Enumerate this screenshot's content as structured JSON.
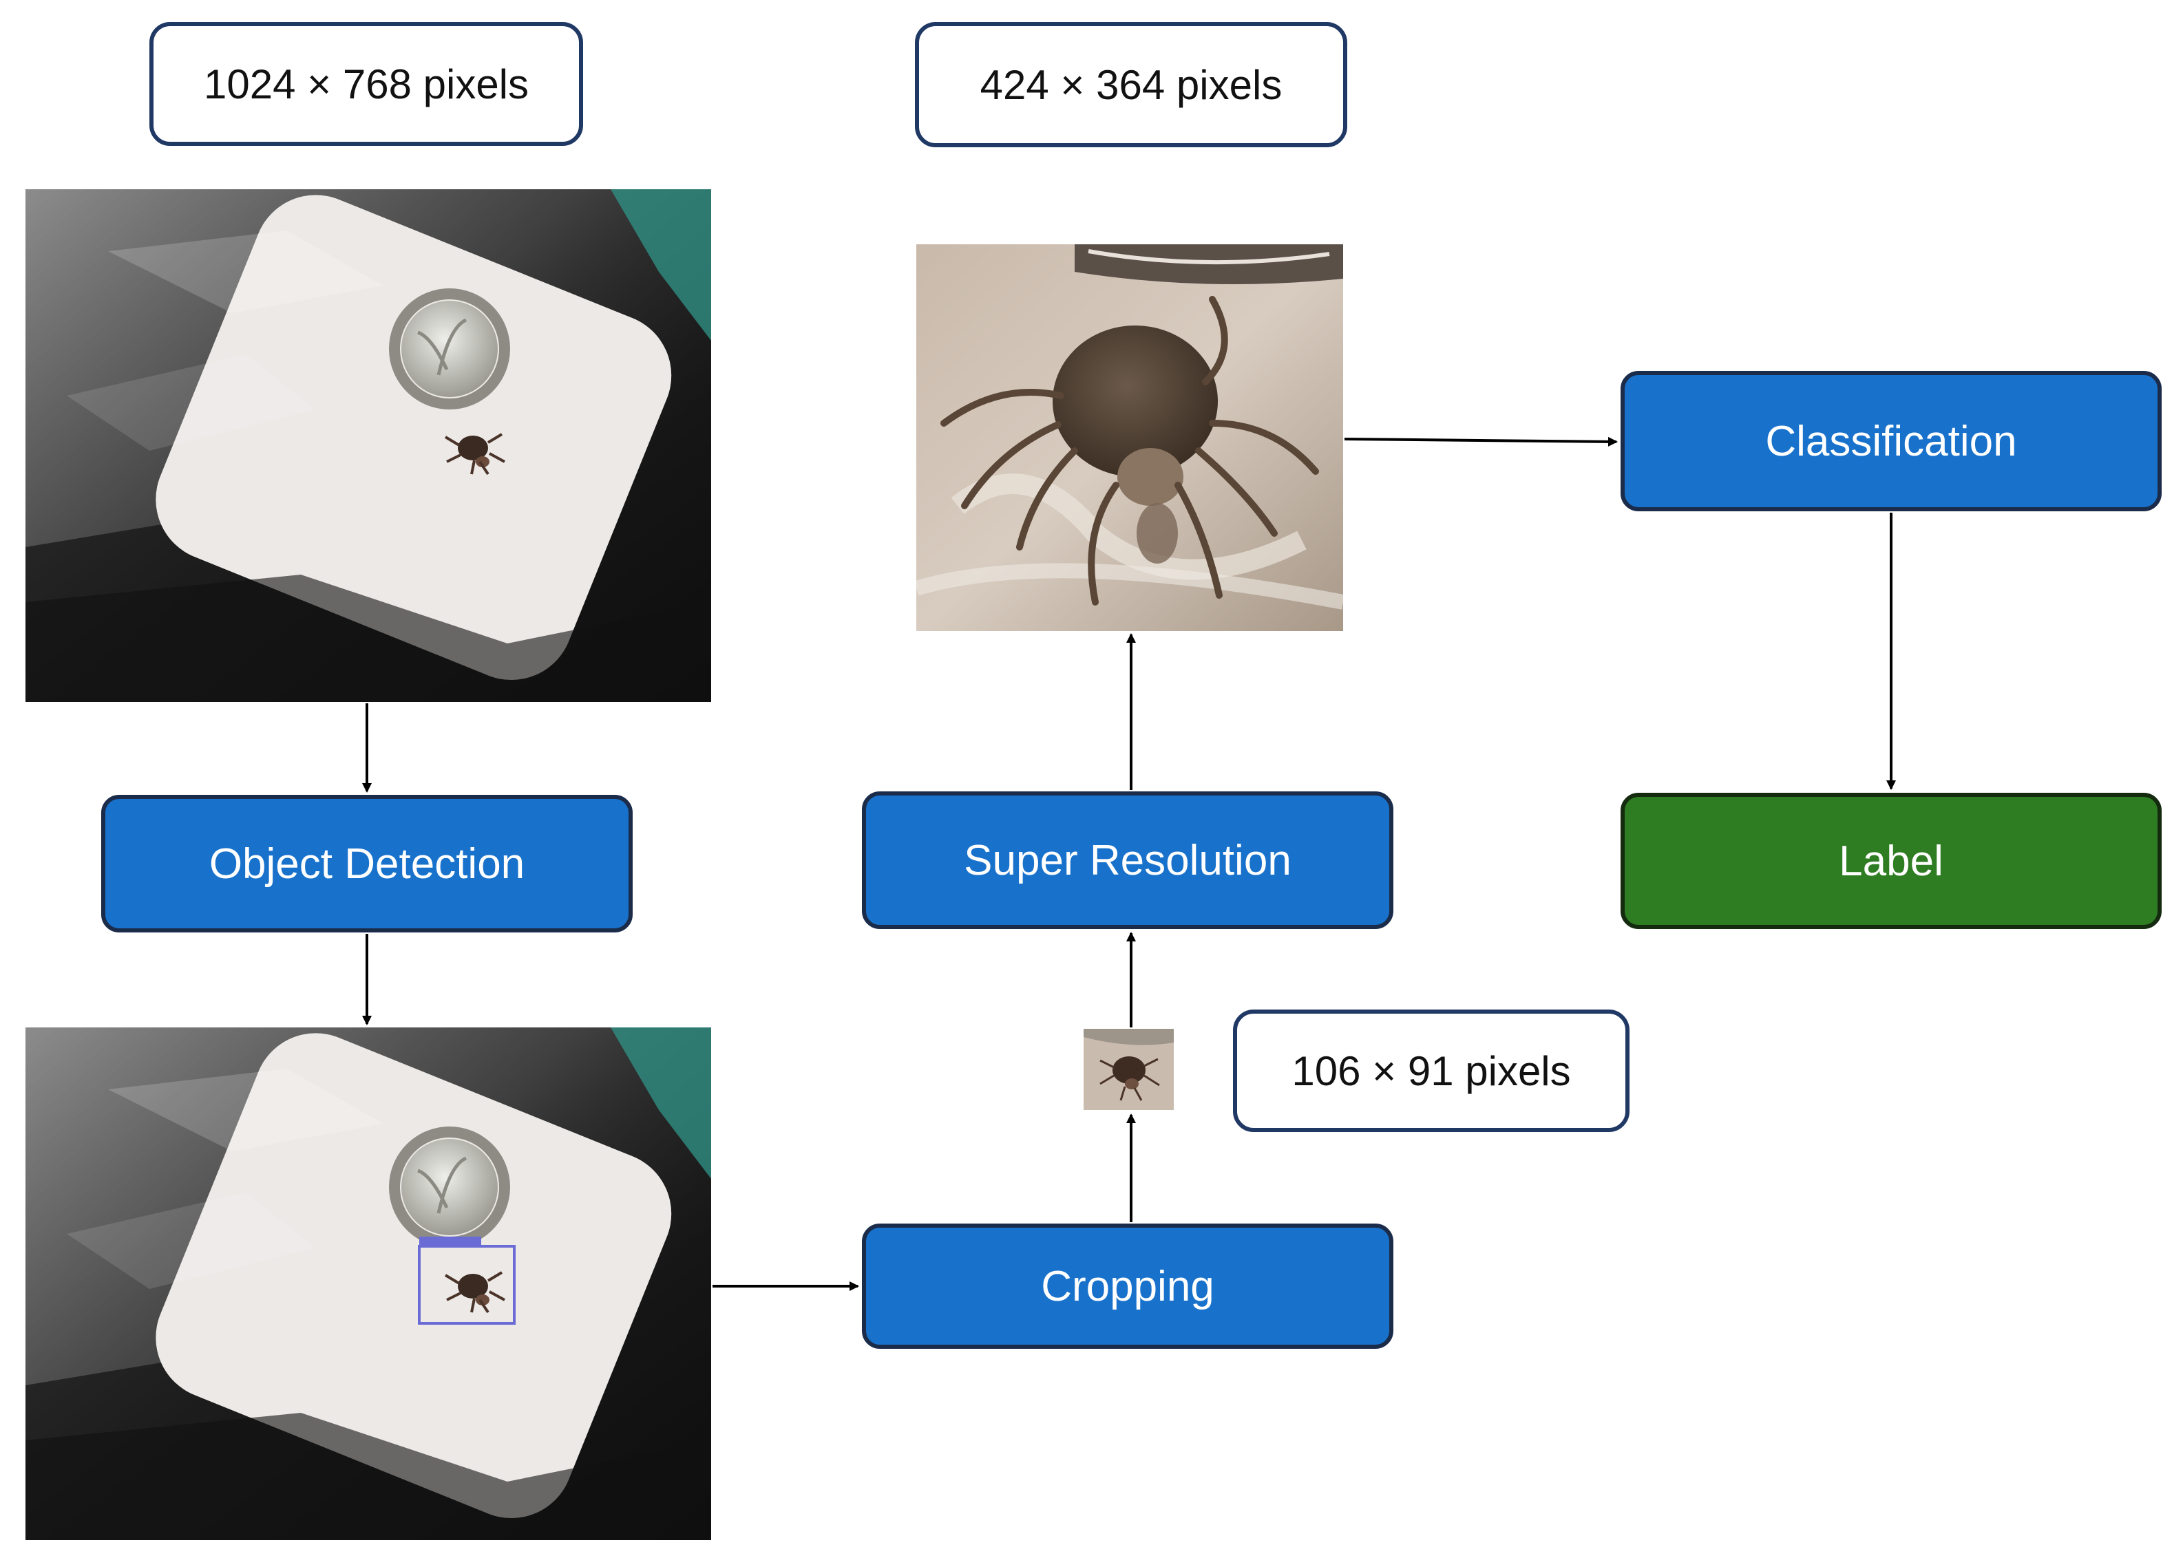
{
  "sizes": {
    "original": "1024 × 768 pixels",
    "super_resolved": "424 × 364 pixels",
    "cropped": "106 × 91 pixels"
  },
  "steps": {
    "object_detection": "Object Detection",
    "cropping": "Cropping",
    "super_resolution": "Super Resolution",
    "classification": "Classification",
    "label": "Label"
  },
  "images": {
    "input_photo": "tick-on-plastic-bag-photo",
    "detection_photo": "tick-with-bounding-box-photo",
    "cropped_tick": "cropped-tick-thumbnail",
    "enhanced_tick": "super-resolved-tick-photo"
  },
  "colors": {
    "step_blue": "#1872cc",
    "label_green": "#2e7d22",
    "box_border": "#1f3864",
    "arrow": "#000000"
  }
}
